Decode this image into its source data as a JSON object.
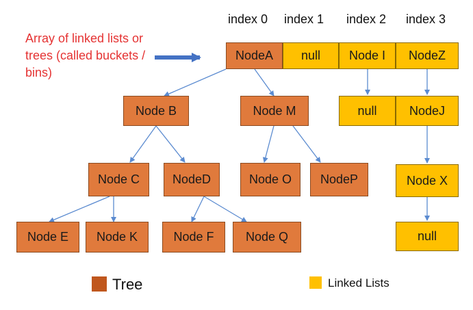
{
  "caption": "Array of linked lists or trees (called buckets / bins)",
  "indices": [
    "index 0",
    "index 1",
    "index 2",
    "index 3"
  ],
  "array_cells": [
    "NodeA",
    "null",
    "Node I",
    "NodeZ"
  ],
  "tree_nodes": {
    "b": "Node B",
    "m": "Node M",
    "c": "Node C",
    "d": "NodeD",
    "o": "Node O",
    "p": "NodeP",
    "e": "Node E",
    "k": "Node K",
    "f": "Node F",
    "q": "Node Q"
  },
  "list_nodes": {
    "null_under_i": "null",
    "j": "NodeJ",
    "x": "Node X",
    "null_end": "null"
  },
  "legend": {
    "tree": "Tree",
    "linked_lists": "Linked Lists"
  },
  "colors": {
    "tree": "#e07a3c",
    "linked_list": "#ffc000",
    "legend_tree": "#c0571d",
    "caption": "#e53333",
    "big_arrow": "#4472c4",
    "edge": "#5b8bd0"
  }
}
